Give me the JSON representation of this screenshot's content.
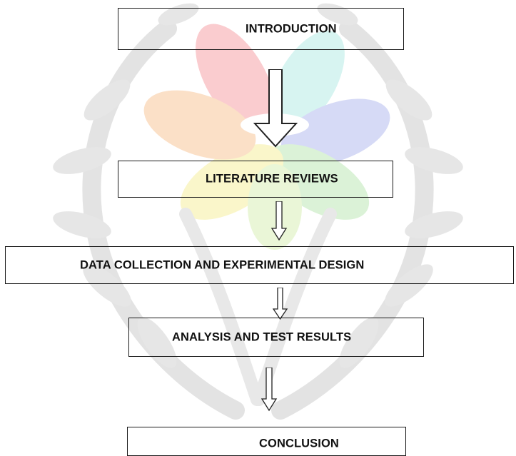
{
  "flowchart": {
    "steps": [
      {
        "label": "INTRODUCTION"
      },
      {
        "label": "LITERATURE REVIEWS"
      },
      {
        "label": "DATA COLLECTION AND EXPERIMENTAL DESIGN"
      },
      {
        "label": "ANALYSIS AND TEST RESULTS"
      },
      {
        "label": "CONCLUSION"
      }
    ],
    "arrow_direction": "down",
    "colors": {
      "box_border": "#1a1a1a",
      "text": "#111111",
      "arrow_stroke": "#222222",
      "arrow_fill": "#ffffff"
    }
  }
}
